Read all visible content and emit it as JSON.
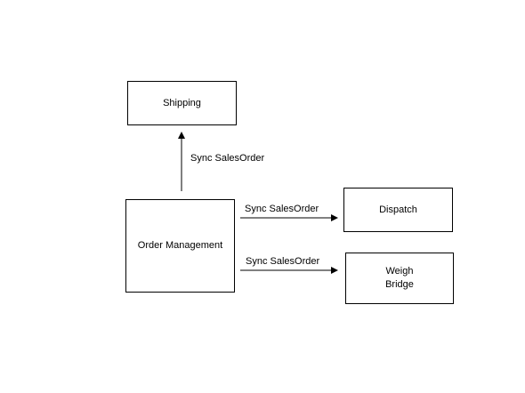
{
  "nodes": {
    "shipping": "Shipping",
    "order_management": "Order Management",
    "dispatch": "Dispatch",
    "weigh_bridge": "Weigh\nBridge"
  },
  "edges": {
    "to_shipping": "Sync SalesOrder",
    "to_dispatch": "Sync SalesOrder",
    "to_weigh_bridge": "Sync SalesOrder"
  },
  "colors": {
    "stroke": "#000000",
    "background": "#ffffff"
  }
}
